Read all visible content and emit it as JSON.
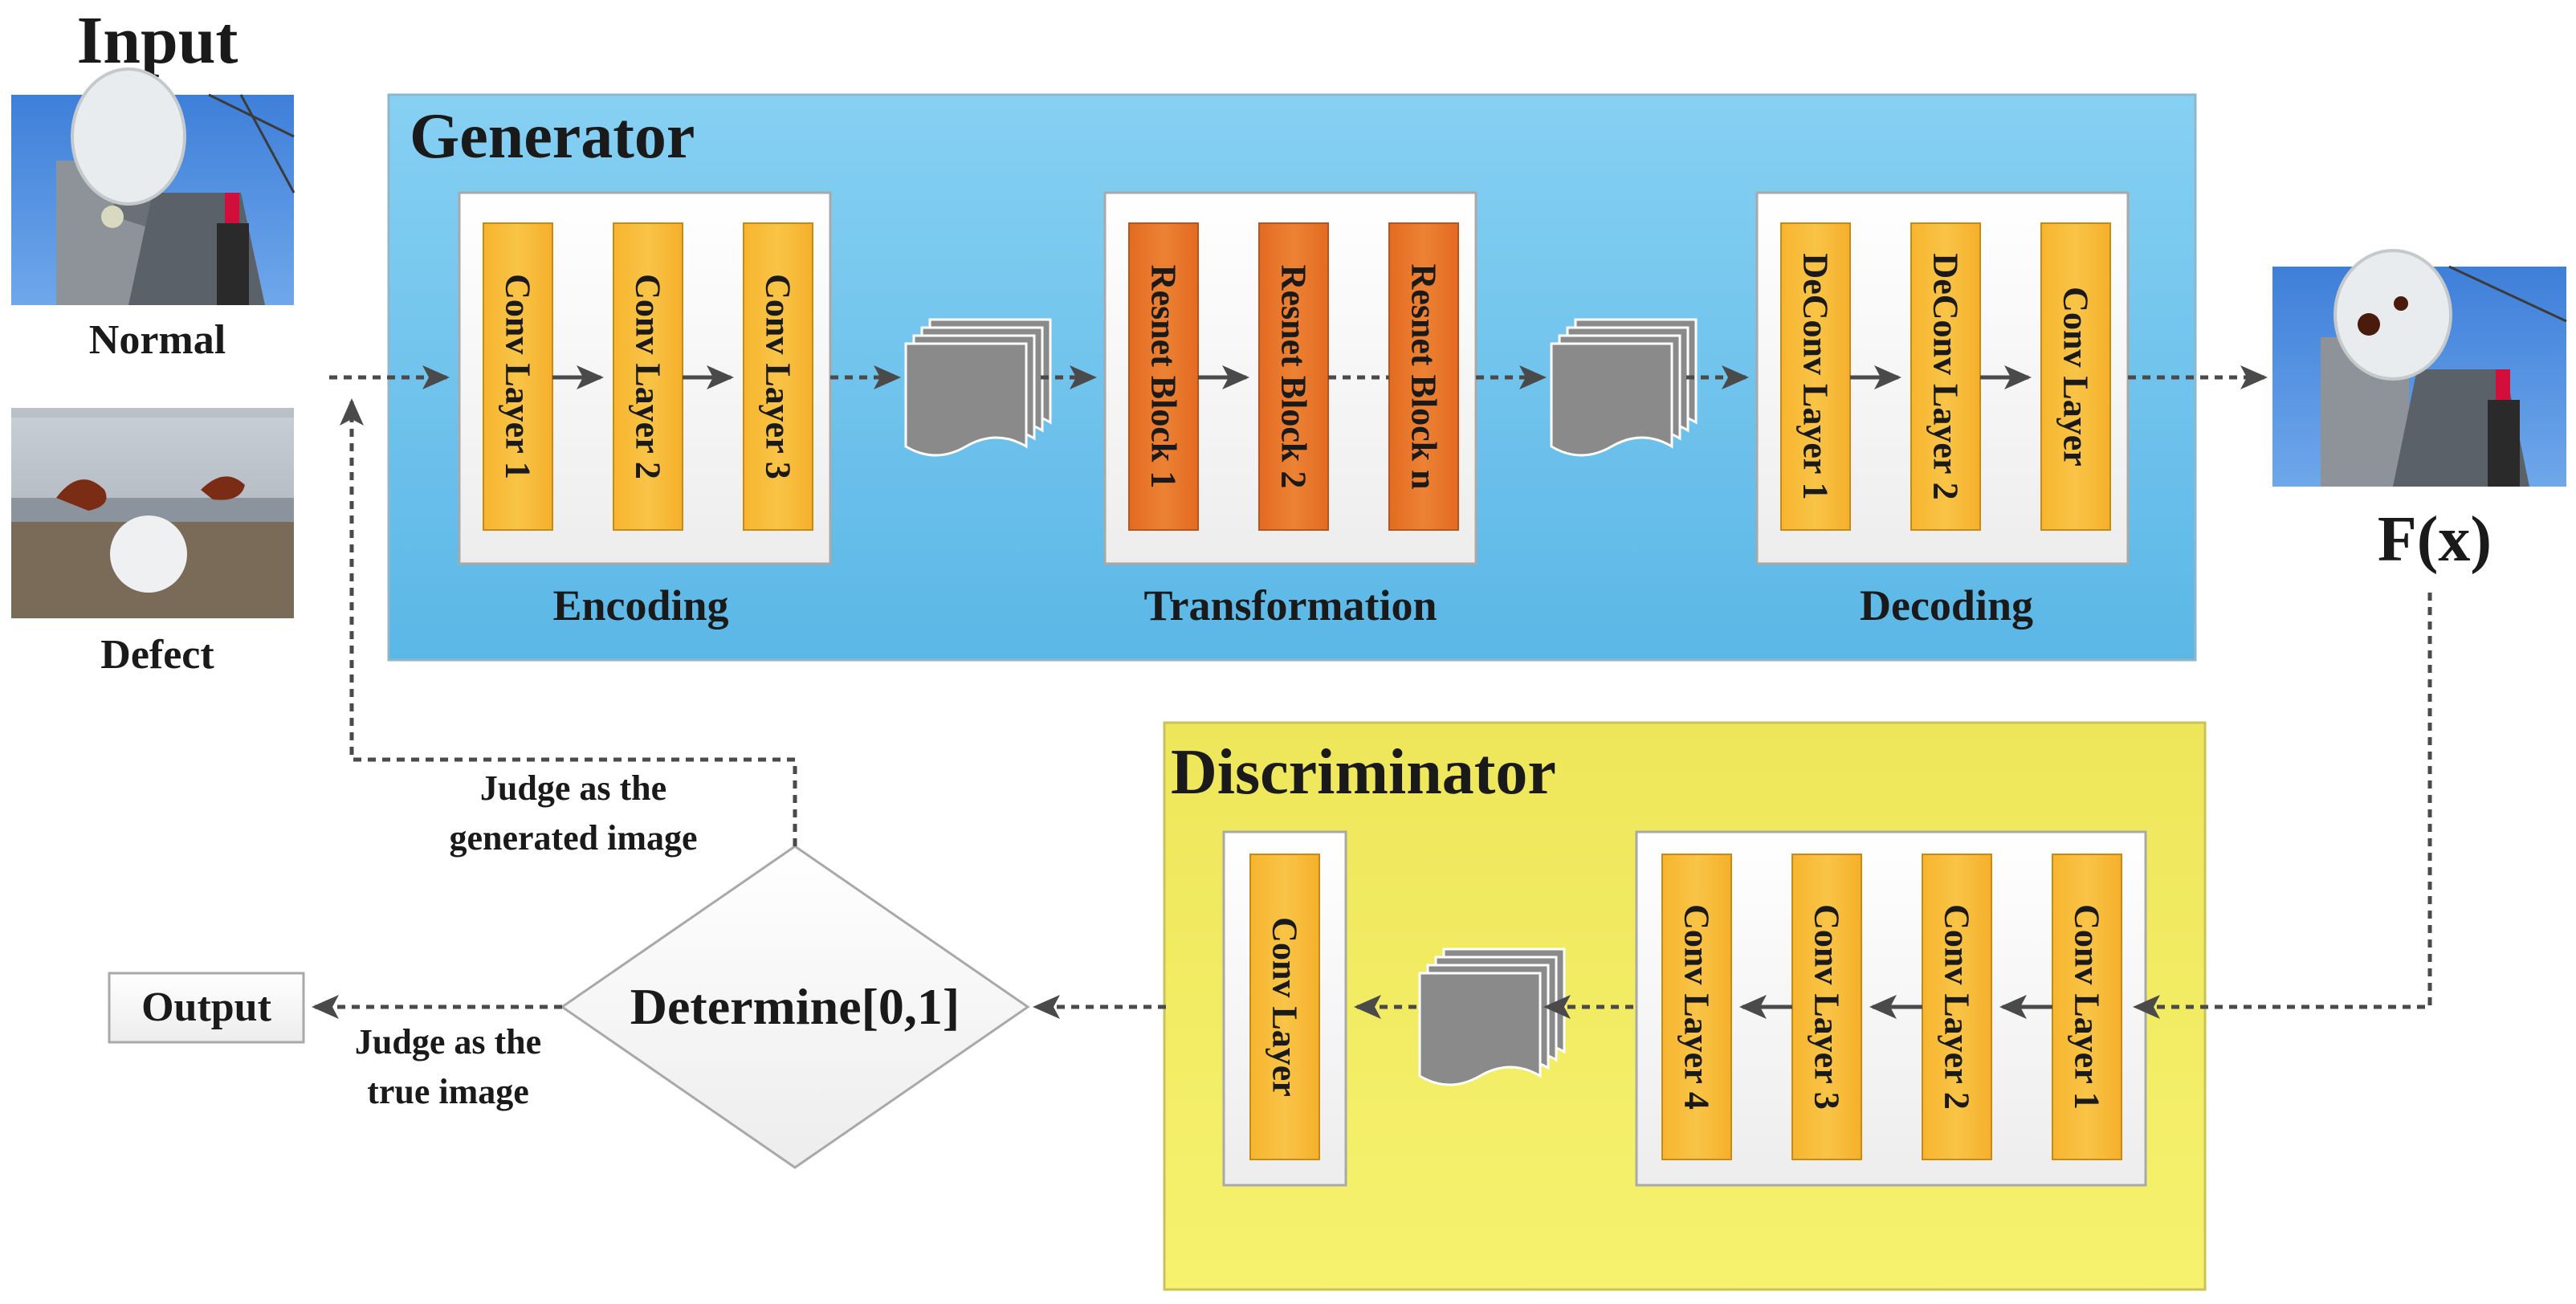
{
  "input": {
    "title": "Input",
    "normal_label": "Normal",
    "defect_label": "Defect"
  },
  "output_image_label": "F(x)",
  "generator": {
    "title": "Generator",
    "encoding": {
      "label": "Encoding",
      "layers": [
        "Conv Layer 1",
        "Conv Layer 2",
        "Conv Layer 3"
      ]
    },
    "transformation": {
      "label": "Transformation",
      "layers": [
        "Resnet Block 1",
        "Resnet Block 2",
        "Resnet Block n"
      ]
    },
    "decoding": {
      "label": "Decoding",
      "layers": [
        "DeConv Layer 1",
        "DeConv Layer 2",
        "Conv Layer"
      ]
    }
  },
  "discriminator": {
    "title": "Discriminator",
    "layers": [
      "Conv Layer 1",
      "Conv Layer 2",
      "Conv Layer 3",
      "Conv Layer 4"
    ],
    "final_layer": "Conv Layer"
  },
  "decision": {
    "label": "Determine[0,1]"
  },
  "judge_generated": {
    "line1": "Judge as the",
    "line2": "generated image"
  },
  "judge_true": {
    "line1": "Judge as the",
    "line2": "true image"
  },
  "output_box": {
    "label": "Output"
  },
  "colors": {
    "generator_bg": "#6CC3EC",
    "discriminator_bg": "#F2EE66",
    "conv_fill": "#F7BC3A",
    "resnet_fill": "#E8762C",
    "arrow": "#4a4a4a"
  }
}
